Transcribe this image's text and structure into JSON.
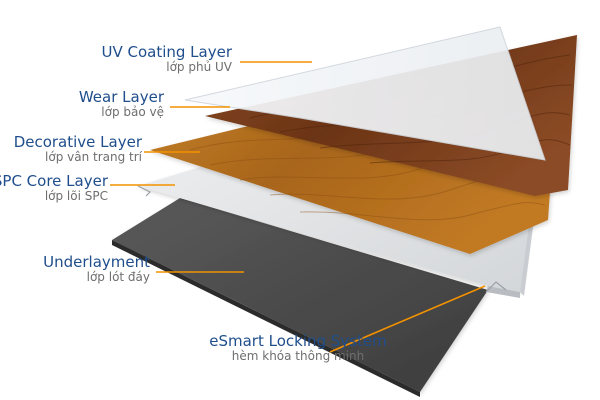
{
  "colors": {
    "title_text": "#1f4e8c",
    "subtitle_text": "#6e6e6e",
    "leader_line": "#f39200",
    "underlayment": "#4a4a4a",
    "spc_core": "#e6e8ea",
    "decorative": "#b8741f",
    "wear": "#7a3e1c",
    "uv_coating": "#f3f5f7"
  },
  "layers": [
    {
      "id": "uv",
      "title": "UV Coating Layer",
      "subtitle": "lớp phủ UV"
    },
    {
      "id": "wear",
      "title": "Wear Layer",
      "subtitle": "lớp bảo vệ"
    },
    {
      "id": "decorative",
      "title": "Decorative Layer",
      "subtitle": "lớp vân trang trí"
    },
    {
      "id": "spc",
      "title": "SPC Core Layer",
      "subtitle": "lớp lõi SPC"
    },
    {
      "id": "underlay",
      "title": "Underlayment",
      "subtitle": "lớp lót đáy"
    },
    {
      "id": "locking",
      "title": "eSmart Locking System",
      "subtitle": "hèm khóa thông minh"
    }
  ]
}
